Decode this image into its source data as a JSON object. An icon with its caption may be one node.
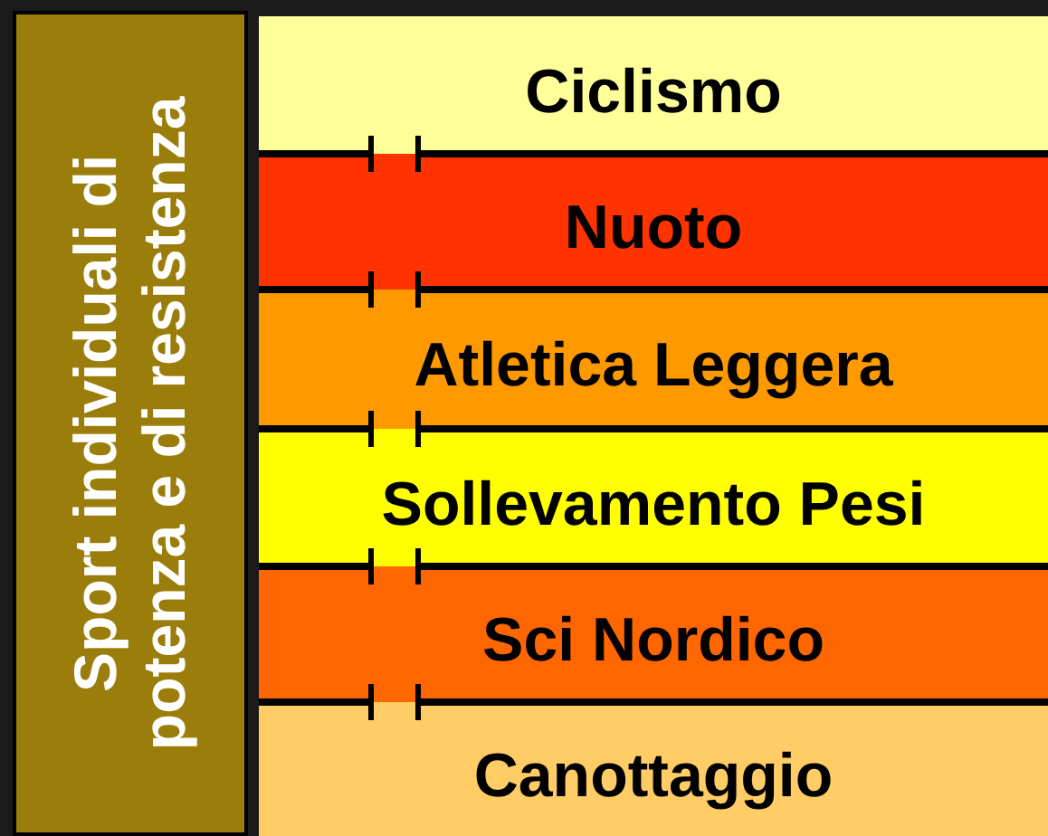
{
  "diagram": {
    "nodes": [
      {
        "text": [
          "Sport individuali di potenza e di resistenza"
        ]
      },
      {
        "text": [
          "Ciclismo"
        ]
      },
      {
        "text": [
          "Nuoto"
        ]
      },
      {
        "text": [
          "Atletica Leggera"
        ]
      },
      {
        "text": [
          "Sollevamento Pesi"
        ]
      },
      {
        "text": [
          "Sci Nordico"
        ]
      },
      {
        "text": [
          "Canottaggio"
        ]
      }
    ]
  }
}
